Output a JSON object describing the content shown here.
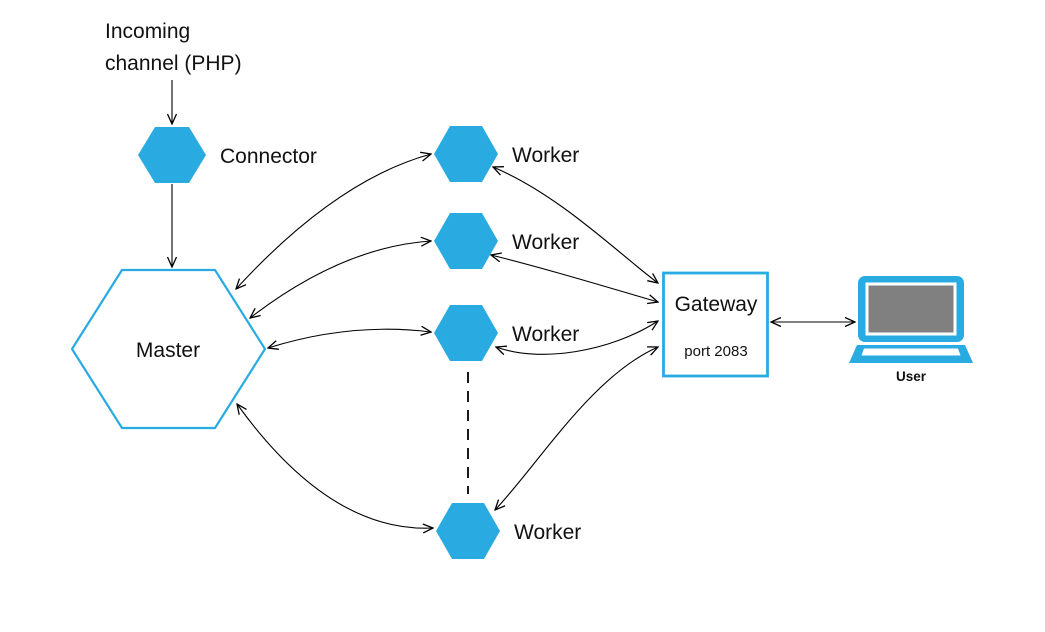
{
  "colors": {
    "accent": "#29ABE2",
    "screen_gray": "#808080",
    "line": "#000000",
    "text": "#111111"
  },
  "nodes": {
    "incoming": {
      "label_line1": "Incoming",
      "label_line2": "channel (PHP)"
    },
    "connector": {
      "label": "Connector"
    },
    "master": {
      "label": "Master"
    },
    "workers": [
      {
        "label": "Worker"
      },
      {
        "label": "Worker"
      },
      {
        "label": "Worker"
      },
      {
        "label": "Worker"
      }
    ],
    "gateway": {
      "title": "Gateway",
      "subtitle": "port 2083"
    },
    "user": {
      "label": "User"
    }
  }
}
